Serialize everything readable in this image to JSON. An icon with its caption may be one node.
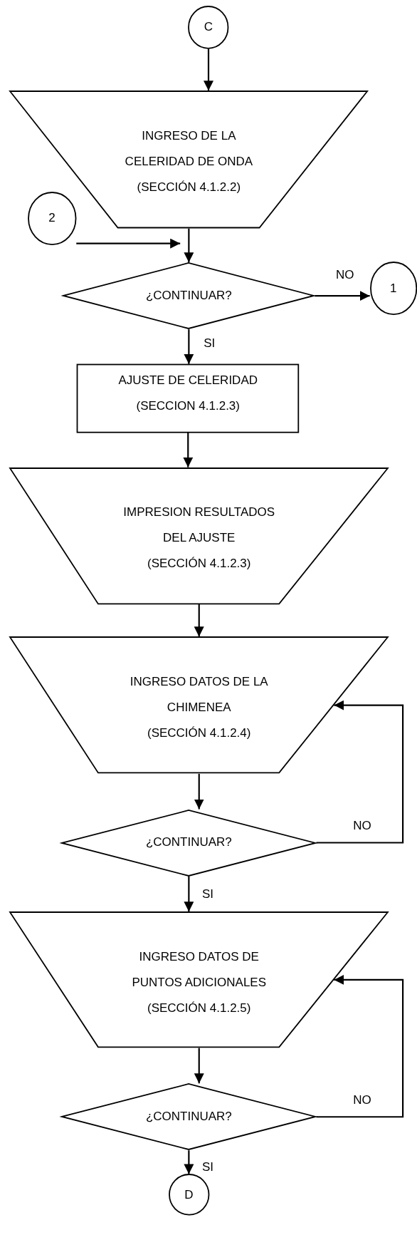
{
  "diagram": {
    "nodes": [
      {
        "text": [
          "C"
        ]
      },
      {
        "text": [
          "INGRESO DE LA CELERIDAD DE ONDA",
          "(SECCIÓN 4.1.2.2)"
        ]
      },
      {
        "text": [
          "2"
        ]
      },
      {
        "text": [
          "¿CONTINUAR?"
        ]
      },
      {
        "text": [
          "1"
        ]
      },
      {
        "text": [
          "AJUSTE DE CELERIDAD",
          "(SECCION 4.1.2.3)"
        ]
      },
      {
        "text": [
          "IMPRESION RESULTADOS DEL AJUSTE",
          "(SECCIÓN 4.1.2.3)"
        ]
      },
      {
        "text": [
          "INGRESO DATOS DE LA CHIMENEA",
          "(SECCIÓN 4.1.2.4)"
        ]
      },
      {
        "text": [
          "¿CONTINUAR?"
        ]
      },
      {
        "text": [
          "INGRESO DATOS DE PUNTOS ADICIONALES",
          "(SECCIÓN 4.1.2.5)"
        ]
      },
      {
        "text": [
          "¿CONTINUAR?"
        ]
      },
      {
        "text": [
          "D"
        ]
      }
    ],
    "edges": [
      {
        "from": 0,
        "to": 1,
        "arrow": "to"
      },
      {
        "from": 2,
        "to": 3,
        "arrow": "to"
      },
      {
        "from": 1,
        "to": 3,
        "arrow": "to"
      },
      {
        "from": 3,
        "to": 4,
        "arrow": "to",
        "label": "NO"
      },
      {
        "from": 3,
        "to": 5,
        "arrow": "to",
        "label": "SI"
      },
      {
        "from": 5,
        "to": 6,
        "arrow": "to"
      },
      {
        "from": 6,
        "to": 7,
        "arrow": "to"
      },
      {
        "from": 7,
        "to": 8,
        "arrow": "to"
      },
      {
        "from": 8,
        "to": 7,
        "arrow": "to",
        "label": "NO"
      },
      {
        "from": 8,
        "to": 9,
        "arrow": "to",
        "label": "SI"
      },
      {
        "from": 9,
        "to": 10,
        "arrow": "to"
      },
      {
        "from": 10,
        "to": 9,
        "arrow": "to",
        "label": "NO"
      },
      {
        "from": 10,
        "to": 11,
        "arrow": "to",
        "label": "SI"
      }
    ]
  }
}
